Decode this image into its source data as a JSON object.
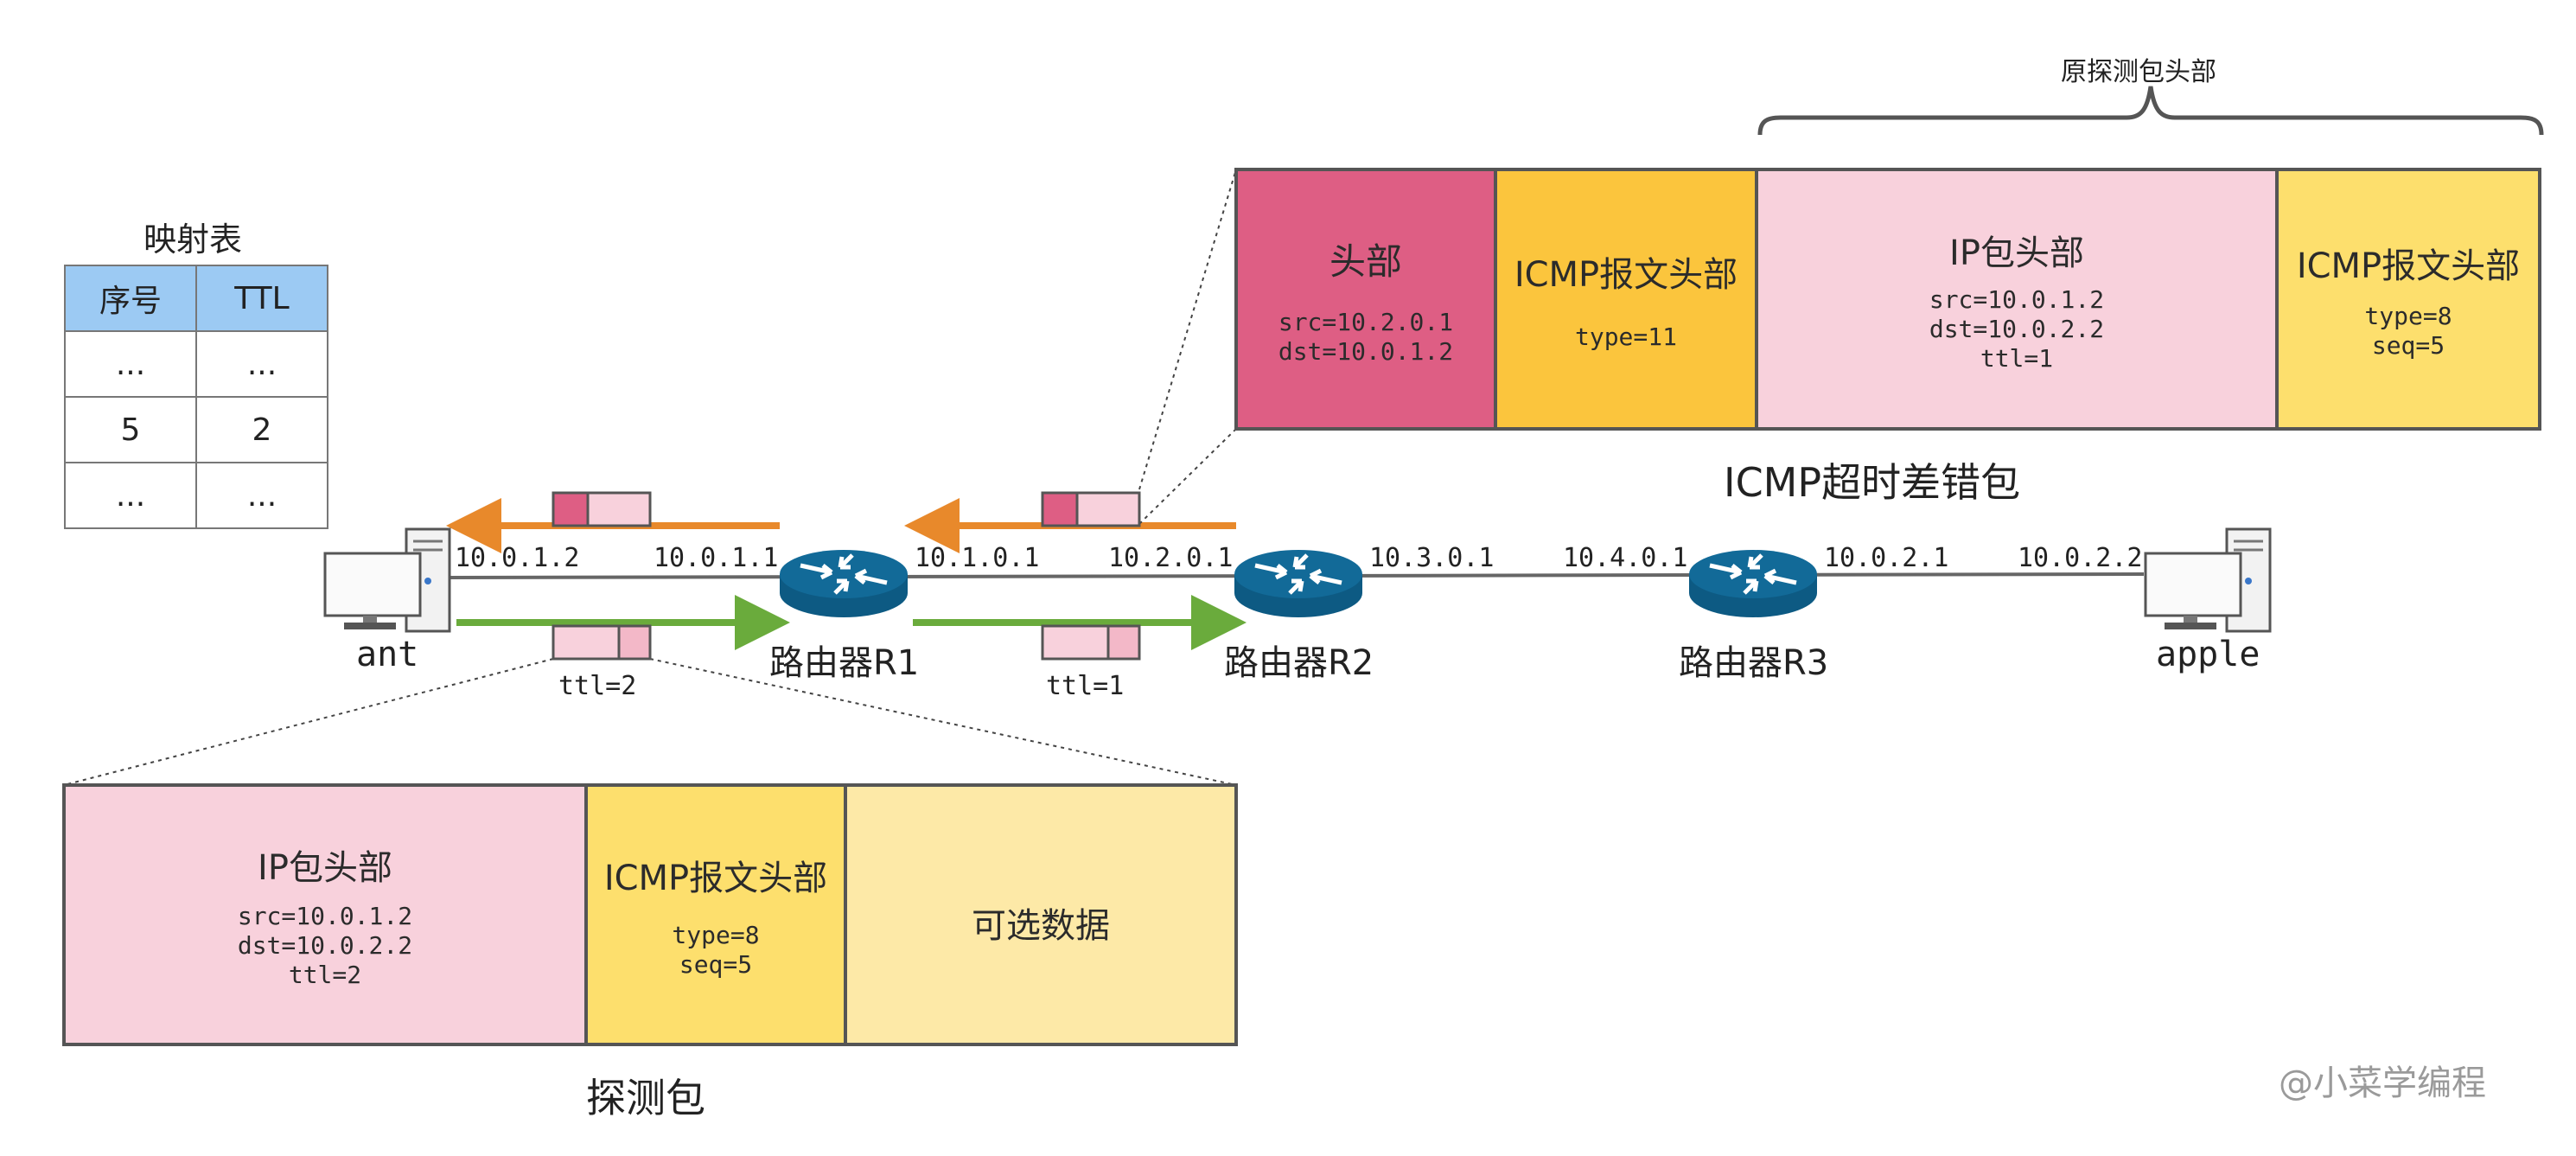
{
  "mapping_table": {
    "title": "映射表",
    "headers": [
      "序号",
      "TTL"
    ],
    "rows": [
      [
        "...",
        "..."
      ],
      [
        "5",
        "2"
      ],
      [
        "...",
        "..."
      ]
    ]
  },
  "nodes": {
    "ant": "ant",
    "r1": "路由器R1",
    "r2": "路由器R2",
    "r3": "路由器R3",
    "apple": "apple"
  },
  "ips": {
    "ant_ip": "10.0.1.2",
    "r1_left": "10.0.1.1",
    "r1_right": "10.1.0.1",
    "r2_left": "10.2.0.1",
    "r2_right": "10.3.0.1",
    "r3_left": "10.4.0.1",
    "r3_right": "10.0.2.1",
    "apple_ip": "10.0.2.2"
  },
  "ttl_labels": {
    "first": "ttl=2",
    "second": "ttl=1"
  },
  "error_packet": {
    "caption": "ICMP超时差错包",
    "brace_label": "原探测包头部",
    "cells": [
      {
        "title": "头部",
        "lines": [
          "src=10.2.0.1",
          "dst=10.0.1.2"
        ],
        "color": "#de5e84"
      },
      {
        "title": "ICMP报文头部",
        "lines": [
          "type=11"
        ],
        "color": "#fbc53d"
      },
      {
        "title": "IP包头部",
        "lines": [
          "src=10.0.1.2",
          "dst=10.0.2.2",
          "ttl=1"
        ],
        "color": "#f8d1dc"
      },
      {
        "title": "ICMP报文头部",
        "lines": [
          "type=8",
          "seq=5"
        ],
        "color": "#fddf6d"
      }
    ]
  },
  "probe_packet": {
    "caption": "探测包",
    "cells": [
      {
        "title": "IP包头部",
        "lines": [
          "src=10.0.1.2",
          "dst=10.0.2.2",
          "ttl=2"
        ],
        "color": "#f8d1dc"
      },
      {
        "title": "ICMP报文头部",
        "lines": [
          "type=8",
          "seq=5"
        ],
        "color": "#fddf6d"
      },
      {
        "title": "可选数据",
        "lines": [],
        "color": "#fde9a7"
      }
    ]
  },
  "watermark": "@小菜学编程",
  "colors": {
    "reply_arrow": "#e8892b",
    "probe_arrow": "#6aab3c",
    "router": "#126a98",
    "table_header": "#9ccaf3"
  }
}
